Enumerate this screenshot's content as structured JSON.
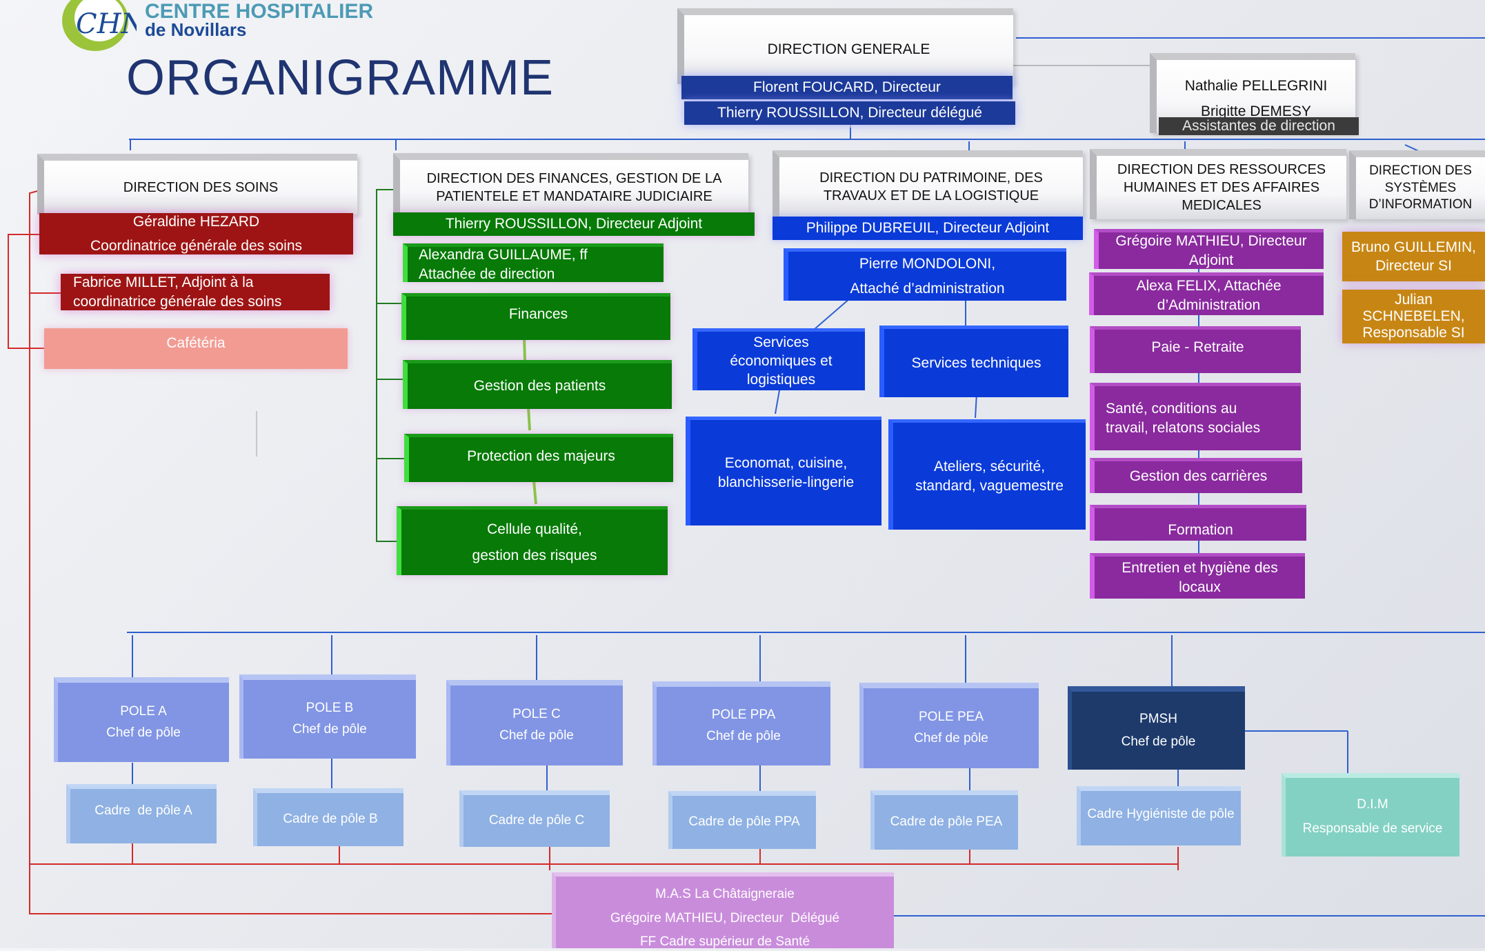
{
  "logo": {
    "line1": "CENTRE HOSPITALIER",
    "line2": "de Novillars",
    "emblem_text": "CHN"
  },
  "title": "ORGANIGRAMME",
  "direction_generale": {
    "title": "DIRECTION GENERALE",
    "director": "Florent FOUCARD, Directeur",
    "deputy": "Thierry ROUSSILLON, Directeur délégué"
  },
  "assistantes": {
    "name1": "Nathalie PELLEGRINI",
    "name2": "Brigitte DEMESY",
    "role": "Assistantes de direction"
  },
  "soins": {
    "title": "DIRECTION DES SOINS",
    "head_name": "Géraldine HEZARD",
    "head_role": "Coordinatrice générale des soins",
    "adjoint_line1": "Fabrice MILLET, Adjoint à la",
    "adjoint_line2": "coordinatrice générale des soins",
    "cafeteria": "Cafétéria"
  },
  "finances": {
    "title_line1": "DIRECTION DES FINANCES, GESTION DE LA",
    "title_line2": "PATIENTELE ET MANDATAIRE JUDICIAIRE",
    "head": "Thierry ROUSSILLON, Directeur Adjoint",
    "attachee_line1": "Alexandra GUILLAUME, ff",
    "attachee_line2": "Attachée de direction",
    "units": [
      "Finances",
      "Gestion des patients",
      "Protection des majeurs"
    ],
    "quality_line1": "Cellule qualité,",
    "quality_line2": "gestion des risques"
  },
  "patrimoine": {
    "title_line1": "DIRECTION DU PATRIMOINE, DES",
    "title_line2": "TRAVAUX ET DE LA LOGISTIQUE",
    "head": "Philippe DUBREUIL, Directeur Adjoint",
    "attache_line1": "Pierre MONDOLONI,",
    "attache_line2": "Attaché d’administration",
    "services_eco_line1": "Services",
    "services_eco_line2": "économiques et",
    "services_eco_line3": "logistiques",
    "services_tech": "Services techniques",
    "economat_line1": "Economat, cuisine,",
    "economat_line2": "blanchisserie-lingerie",
    "ateliers_line1": "Ateliers, sécurité,",
    "ateliers_line2": "standard, vaguemestre"
  },
  "rh": {
    "title_line1": "DIRECTION DES RESSOURCES",
    "title_line2": "HUMAINES ET DES AFFAIRES",
    "title_line3": "MEDICALES",
    "head_line1": "Grégoire MATHIEU, Directeur",
    "head_line2": "Adjoint",
    "attachee_line1": "Alexa FELIX, Attachée",
    "attachee_line2": "d’Administration",
    "paie": "Paie - Retraite",
    "sante_line1": "Santé, conditions au",
    "sante_line2": "travail, relatons sociales",
    "carrieres": "Gestion des carrières",
    "formation": "Formation",
    "entretien_line1": "Entretien et hygiène des",
    "entretien_line2": "locaux"
  },
  "si": {
    "title_line1": "DIRECTION DES",
    "title_line2": "SYSTÈMES",
    "title_line3": "D’INFORMATION",
    "head_line1": "Bruno GUILLEMIN,",
    "head_line2": "Directeur SI",
    "resp_line1": "Julian",
    "resp_line2": "SCHNEBELEN,",
    "resp_line3": "Responsable SI"
  },
  "poles": [
    {
      "name": "POLE A",
      "role": "Chef de pôle",
      "cadre": "Cadre  de pôle A"
    },
    {
      "name": "POLE B",
      "role": "Chef de pôle",
      "cadre": "Cadre de pôle B"
    },
    {
      "name": "POLE C",
      "role": "Chef de pôle",
      "cadre": "Cadre de pôle C"
    },
    {
      "name": "POLE PPA",
      "role": "Chef de pôle",
      "cadre": "Cadre de pôle PPA"
    },
    {
      "name": "POLE PEA",
      "role": "Chef de pôle",
      "cadre": "Cadre de pôle PEA"
    },
    {
      "name": "PMSH",
      "role": "Chef de pôle",
      "cadre": "Cadre Hygiéniste de pôle"
    }
  ],
  "dim": {
    "name": "D.I.M",
    "role": "Responsable de service"
  },
  "mas": {
    "line1": "M.A.S La Châtaigneraie",
    "line2": "Grégoire MATHIEU, Directeur  Délégué",
    "line3": "FF Cadre supérieur de Santé"
  },
  "colors": {
    "title": "#1f3470",
    "soins": "#9e1414",
    "finances": "#077a07",
    "patrimoine": "#0a3ad8",
    "rh": "#8a2a9e",
    "si": "#c78614",
    "pole": "#8195e4",
    "pmsh": "#1d3a6b",
    "dim": "#83d1c3",
    "mas": "#c98cdb",
    "line_blue": "#2e5fd0",
    "line_red": "#d42a2a"
  }
}
